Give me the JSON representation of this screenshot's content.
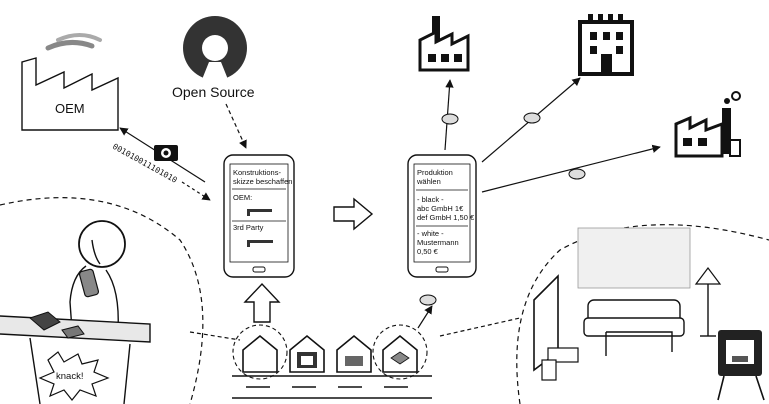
{
  "labels": {
    "oem": "OEM",
    "open_source": "Open Source",
    "bitstream": "001010011101010",
    "knack": "knack!"
  },
  "phone_left": {
    "title_line1": "Konstruktions-",
    "title_line2": "skizze beschaffen",
    "oem": "OEM:",
    "third_party": "3rd Party"
  },
  "phone_right": {
    "title_line1": "Produktion",
    "title_line2": "wählen",
    "black_header": "- black -",
    "black_item1": "abc GmbH 1€",
    "black_item2": "def GmbH 1,50 €",
    "white_header": "- white -",
    "white_item1": "Mustermann",
    "white_item2": "0,50 €"
  },
  "icons": [
    "factory-oem-icon",
    "open-source-logo-icon",
    "camera-icon",
    "factory-icon",
    "apartment-factory-icon",
    "chemical-factory-icon",
    "coin-icon",
    "house-icon",
    "printer-icon",
    "arrow-right-icon",
    "arrow-up-icon",
    "person-phone-icon",
    "living-room-icon",
    "3d-printer-icon"
  ]
}
